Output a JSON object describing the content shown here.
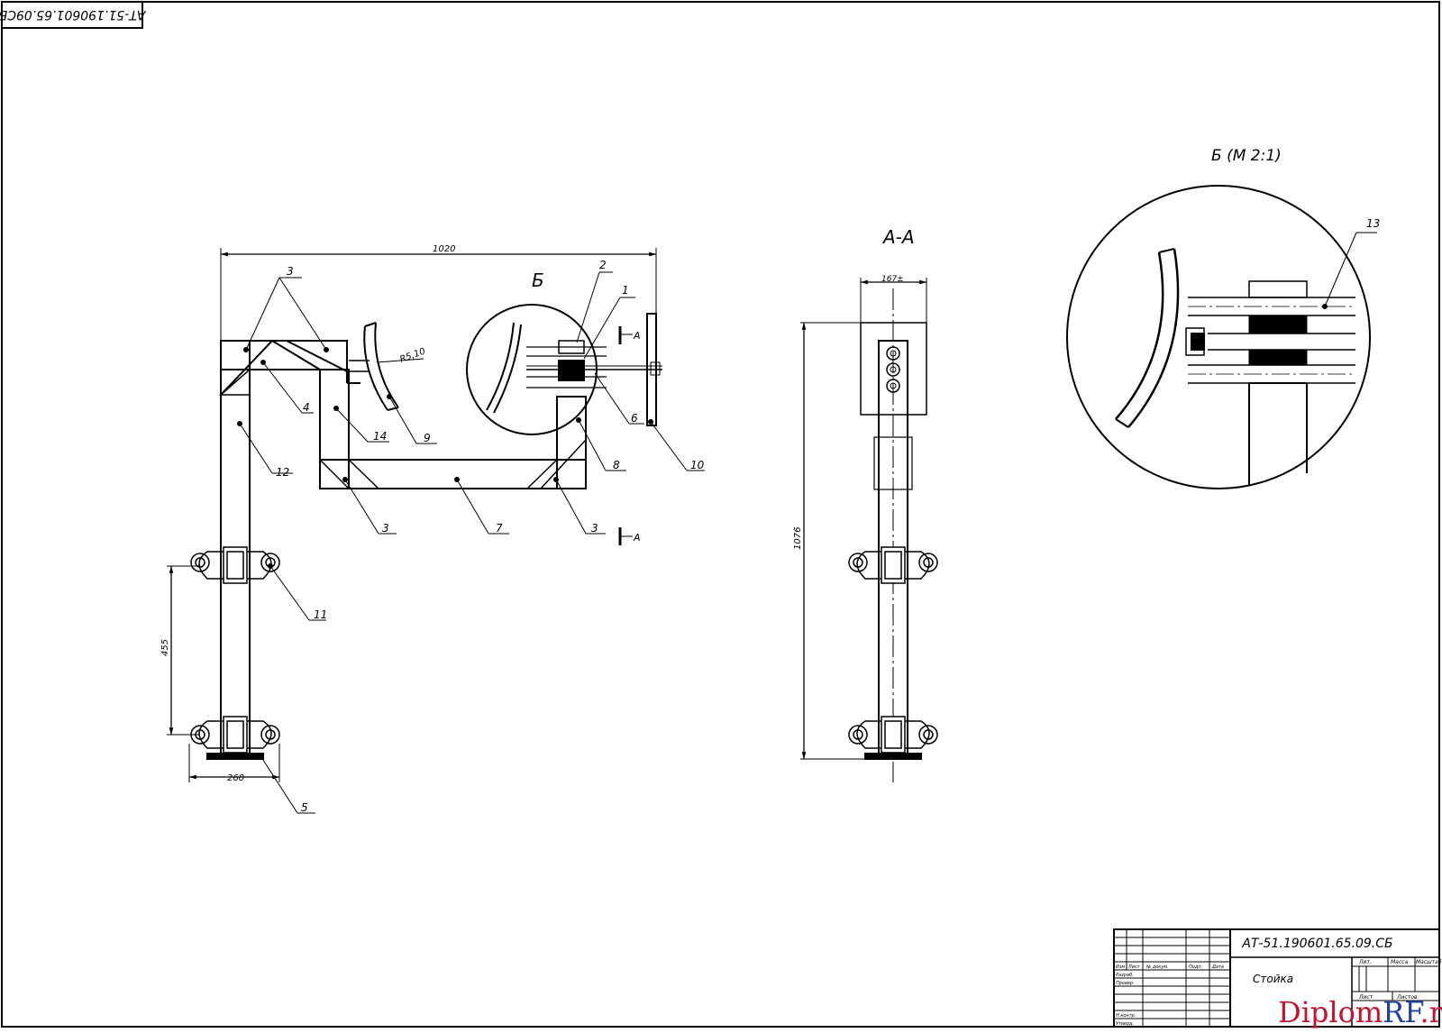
{
  "stamp_code": "АТ-51.190601.65.09СБ",
  "view_titles": {
    "section_a": "А-А",
    "detail_b": "Б (М 2:1)",
    "detail_marker": "Б"
  },
  "section_marker": "А",
  "radius_note": "R5,10",
  "dimensions": {
    "width_top": "1020",
    "height_left": "1076",
    "wheel_spacing": "455",
    "base_width": "260",
    "section_top": "167±"
  },
  "callouts": [
    "3",
    "2",
    "1",
    "4",
    "14",
    "9",
    "12",
    "6",
    "8",
    "10",
    "3",
    "7",
    "3",
    "11",
    "5",
    "13"
  ],
  "title_block": {
    "code": "АТ-51.190601.65.09.СБ",
    "name": "Стойка",
    "col_labels": [
      "Изм",
      "Лист",
      "№ докум.",
      "Подп.",
      "Дата"
    ],
    "row_labels": [
      "Разраб.",
      "Провер.",
      "Н.контр.",
      "Утверд."
    ],
    "right_labels": [
      "Лит.",
      "Масса",
      "Масштаб"
    ],
    "sheet_labels": [
      "Лист",
      "Листов"
    ]
  },
  "watermark": {
    "part_a": "Diplom",
    "part_b": "RF",
    "part_c": ".ru"
  }
}
